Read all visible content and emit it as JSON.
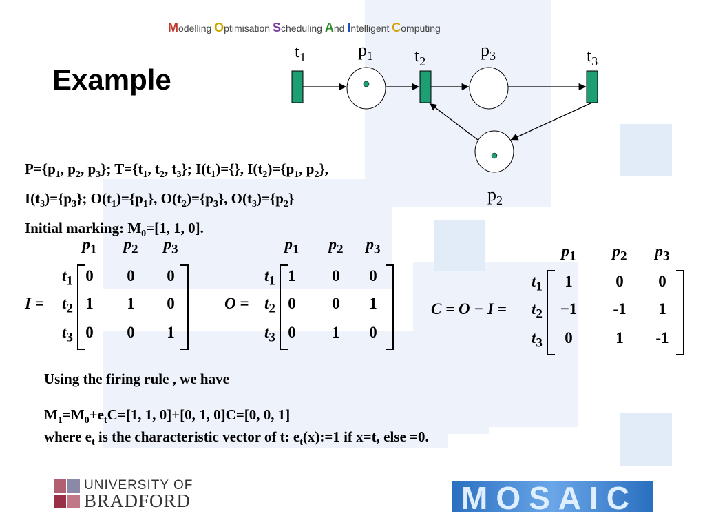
{
  "banner": {
    "words": [
      {
        "cap": "M",
        "rest": "odelling ",
        "color": "#c0392b"
      },
      {
        "cap": "O",
        "rest": "ptimisation ",
        "color": "#c9a800"
      },
      {
        "cap": "S",
        "rest": "cheduling ",
        "color": "#7b3fa0"
      },
      {
        "cap": "A",
        "rest": "nd ",
        "color": "#2e8b2e"
      },
      {
        "cap": "I",
        "rest": "ntelligent ",
        "color": "#1f4fbf"
      },
      {
        "cap": "C",
        "rest": "omputing",
        "color": "#d4a000"
      }
    ]
  },
  "title": "Example",
  "net": {
    "labels": {
      "t1": "t",
      "t2": "t",
      "t3": "t",
      "p1": "p",
      "p2": "p",
      "p3": "p"
    },
    "subs": {
      "t1": "1",
      "t2": "2",
      "t3": "3",
      "p1": "1",
      "p2": "2",
      "p3": "3"
    },
    "colors": {
      "transition": "#1e9e73",
      "token": "#1e9e73"
    }
  },
  "definitions": {
    "line1": "P={p<sub>1</sub>, p<sub>2</sub>, p<sub>3</sub>}; T={t<sub>1</sub>, t<sub>2</sub>, t<sub>3</sub>}; I(t<sub>1</sub>)={}, I(t<sub>2</sub>)={p<sub>1</sub>, p<sub>2</sub>},",
    "line2": "I(t<sub>3</sub>)={p<sub>3</sub>}; O(t<sub>1</sub>)={p<sub>1</sub>}, O(t<sub>2</sub>)={p<sub>3</sub>}, O(t<sub>3</sub>)={p<sub>2</sub>}",
    "line3": "Initial marking: M<sub>0</sub>=[1, 1, 0]."
  },
  "matrices": {
    "col_headers": [
      "p1",
      "p2",
      "p3"
    ],
    "row_headers": [
      "t1",
      "t2",
      "t3"
    ],
    "I": {
      "name": "I =",
      "rows": [
        [
          "0",
          "0",
          "0"
        ],
        [
          "1",
          "1",
          "0"
        ],
        [
          "0",
          "0",
          "1"
        ]
      ]
    },
    "O": {
      "name": "O =",
      "rows": [
        [
          "1",
          "0",
          "0"
        ],
        [
          "0",
          "0",
          "1"
        ],
        [
          "0",
          "1",
          "0"
        ]
      ]
    },
    "C": {
      "name": "C = O − I =",
      "rows": [
        [
          "1",
          "0",
          "0"
        ],
        [
          "−1",
          "-1",
          "1"
        ],
        [
          "0",
          "1",
          "-1"
        ]
      ]
    }
  },
  "rule": {
    "line1": "Using the firing rule , we have",
    "line2": "M<sub>1</sub>=M<sub>0</sub>+e<sub>t</sub>C=[1, 1, 0]+[0, 1, 0]C=[0, 0, 1]",
    "line3": "where e<sub>t</sub> is the characteristic vector of t: e<sub>t</sub>(x):=1 if x=t, else =0."
  },
  "footer": {
    "university_line1": "UNIVERSITY OF",
    "university_line2": "BRADFORD",
    "logo_text": "MOSAIC"
  }
}
